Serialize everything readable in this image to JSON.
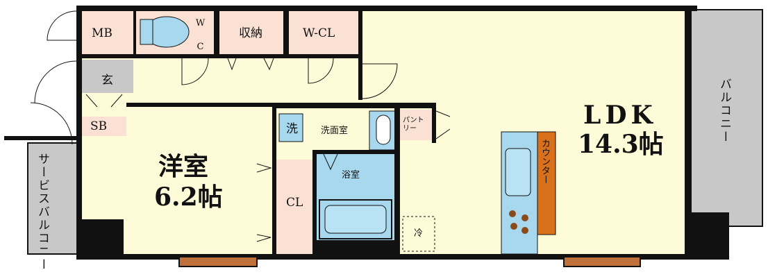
{
  "rooms": {
    "mb": "MB",
    "wc": "W C",
    "storage": "収納",
    "wcl": "W-CL",
    "entrance": "玄",
    "sb": "SB",
    "service_balcony": "サービスバルコニー",
    "western_room_name": "洋室",
    "western_room_size": "6.2帖",
    "closet": "CL",
    "washer": "洗",
    "washroom": "洗面室",
    "bathroom": "浴室",
    "pantry": "パントリー",
    "fridge": "冷",
    "counter": "カウンター",
    "ldk_name": "LDK",
    "ldk_size": "14.3帖",
    "balcony": "バルコニー"
  },
  "colors": {
    "wall": "#111111",
    "pink_room": "#fbe1d4",
    "yellow_room": "#fefbd8",
    "gray_area": "#c8c8c8",
    "fixture_blue": "#a8d8ee",
    "counter_orange": "#d8701c",
    "window_brown": "#c0703a"
  }
}
